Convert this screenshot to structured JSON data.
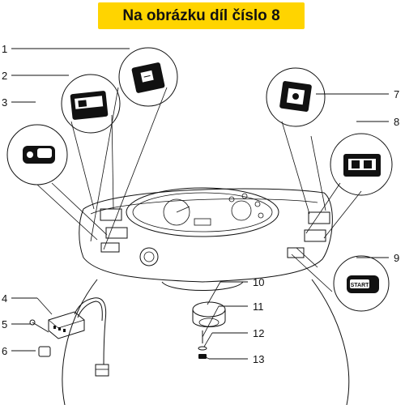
{
  "banner": {
    "text": "Na obrázku díl číslo 8"
  },
  "callouts": [
    "1",
    "2",
    "3",
    "4",
    "5",
    "6",
    "7",
    "8",
    "9",
    "10",
    "11",
    "12",
    "13"
  ],
  "switch_labels": {
    "start": "START"
  },
  "colors": {
    "banner_bg": "#ffd400",
    "ink": "#111111",
    "paper": "#ffffff"
  }
}
